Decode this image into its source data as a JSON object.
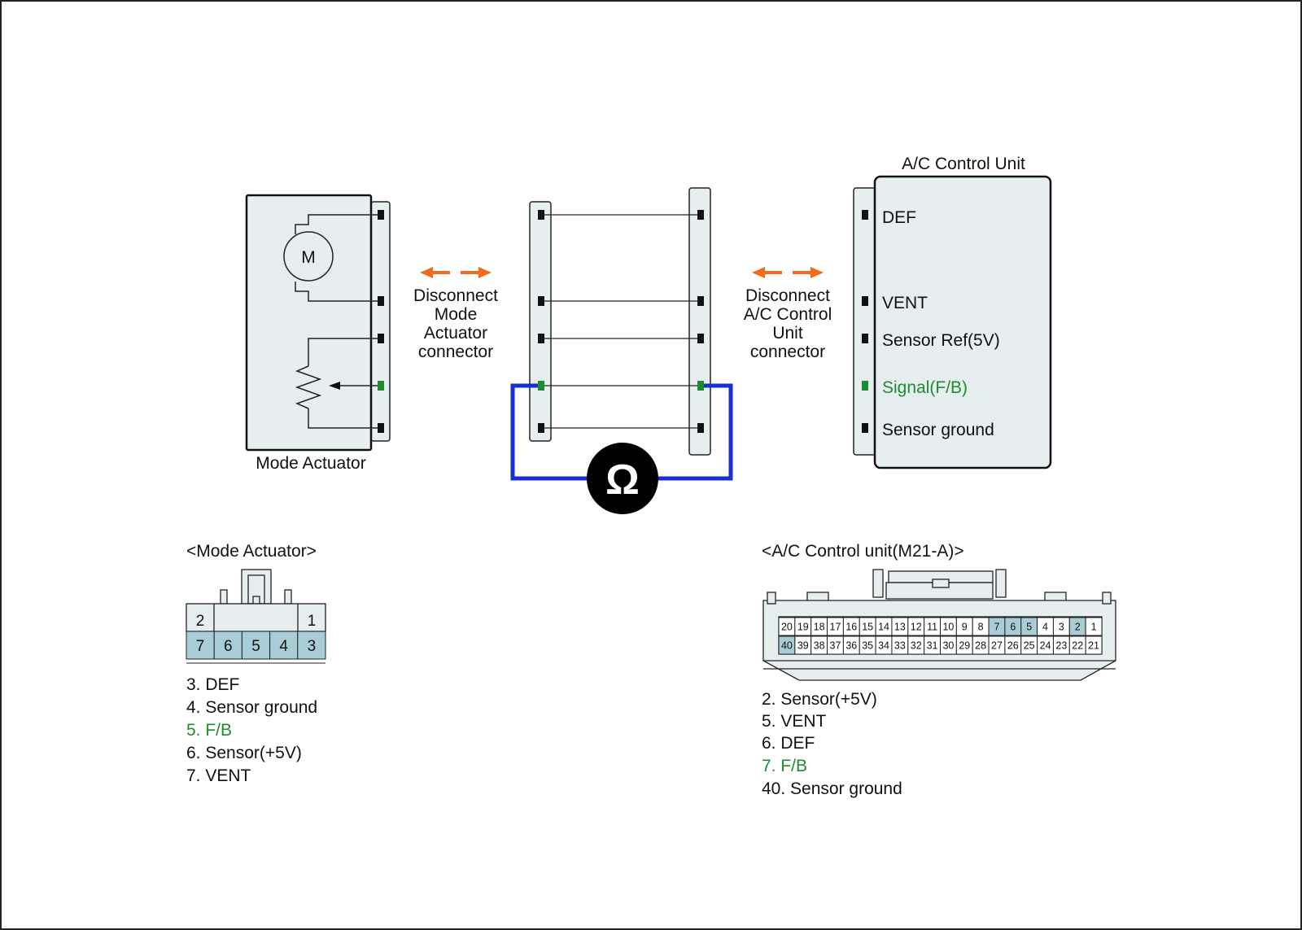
{
  "colors": {
    "box_fill": "#e6eef0",
    "highlight_cell": "#a9cdd6",
    "signal_green": "#1e8c2c",
    "arrow_orange": "#f26a1b",
    "meter_wire": "#1a2fd1",
    "pin_black": "#111111"
  },
  "mode_actuator": {
    "label": "Mode Actuator",
    "motor_label": "M"
  },
  "disconnect_left": [
    "Disconnect",
    "Mode",
    "Actuator",
    "connector"
  ],
  "disconnect_right": [
    "Disconnect",
    "A/C Control",
    "Unit",
    "connector"
  ],
  "meter_symbol": "Ω",
  "ac_unit": {
    "title": "A/C Control Unit",
    "pins": [
      "DEF",
      "VENT",
      "Sensor Ref(5V)",
      "Signal(F/B)",
      "Sensor ground"
    ]
  },
  "mode_connector": {
    "title": "<Mode Actuator>",
    "top_left": "2",
    "top_right": "1",
    "bottom_row": [
      "7",
      "6",
      "5",
      "4",
      "3"
    ],
    "highlighted": [
      "7",
      "6",
      "5",
      "4",
      "3"
    ],
    "legend": [
      {
        "text": "3. DEF",
        "highlight": false
      },
      {
        "text": "4. Sensor ground",
        "highlight": false
      },
      {
        "text": "5. F/B",
        "highlight": true
      },
      {
        "text": "6. Sensor(+5V)",
        "highlight": false
      },
      {
        "text": "7. VENT",
        "highlight": false
      }
    ]
  },
  "ac_connector": {
    "title": "<A/C Control unit(M21-A)>",
    "top_row": [
      "20",
      "19",
      "18",
      "17",
      "16",
      "15",
      "14",
      "13",
      "12",
      "11",
      "10",
      "9",
      "8",
      "7",
      "6",
      "5",
      "4",
      "3",
      "2",
      "1"
    ],
    "bottom_row": [
      "40",
      "39",
      "38",
      "37",
      "36",
      "35",
      "34",
      "33",
      "32",
      "31",
      "30",
      "29",
      "28",
      "27",
      "26",
      "25",
      "24",
      "23",
      "22",
      "21"
    ],
    "highlighted": [
      "7",
      "6",
      "5",
      "2",
      "40"
    ],
    "legend": [
      {
        "text": "2. Sensor(+5V)",
        "highlight": false
      },
      {
        "text": "5. VENT",
        "highlight": false
      },
      {
        "text": "6. DEF",
        "highlight": false
      },
      {
        "text": "7. F/B",
        "highlight": true
      },
      {
        "text": "40. Sensor ground",
        "highlight": false
      }
    ]
  }
}
